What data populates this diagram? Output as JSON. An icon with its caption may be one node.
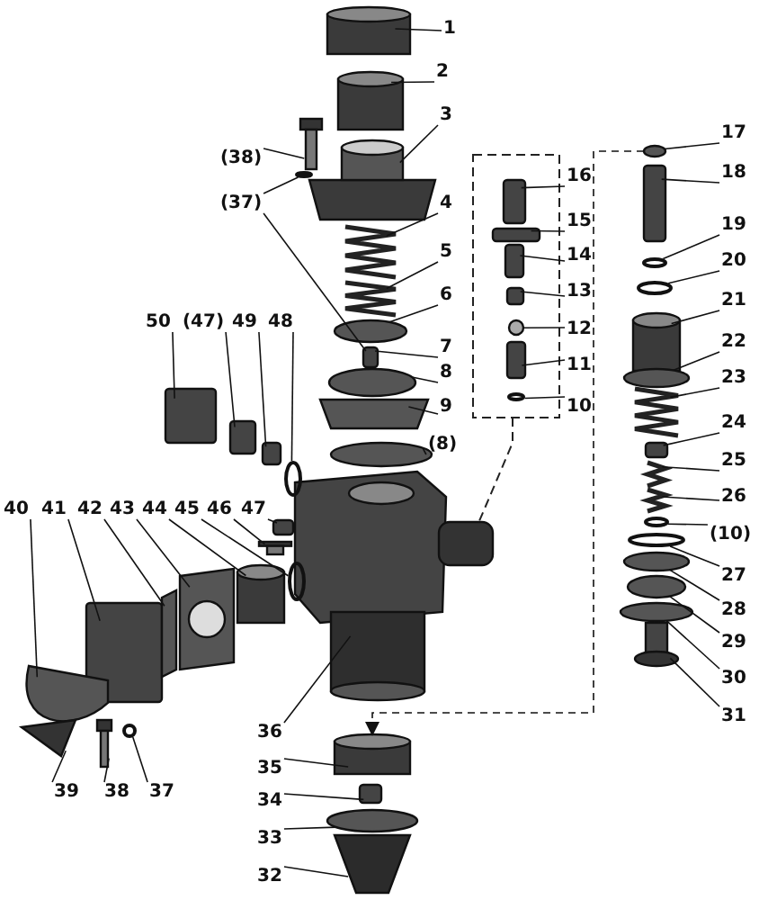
{
  "diagram": {
    "nodes": [
      {
        "text": [
          "1"
        ]
      },
      {
        "text": [
          "2"
        ]
      },
      {
        "text": [
          "3"
        ]
      },
      {
        "text": [
          "(38)"
        ]
      },
      {
        "text": [
          "(37)"
        ]
      },
      {
        "text": [
          "16"
        ]
      },
      {
        "text": [
          "17"
        ]
      },
      {
        "text": [
          "18"
        ]
      },
      {
        "text": [
          "4"
        ]
      },
      {
        "text": [
          "15"
        ]
      },
      {
        "text": [
          "19"
        ]
      },
      {
        "text": [
          "5"
        ]
      },
      {
        "text": [
          "14"
        ]
      },
      {
        "text": [
          "20"
        ]
      },
      {
        "text": [
          "6"
        ]
      },
      {
        "text": [
          "13"
        ]
      },
      {
        "text": [
          "21"
        ]
      },
      {
        "text": [
          "50"
        ]
      },
      {
        "text": [
          "(47)"
        ]
      },
      {
        "text": [
          "49"
        ]
      },
      {
        "text": [
          "48"
        ]
      },
      {
        "text": [
          "12"
        ]
      },
      {
        "text": [
          "22"
        ]
      },
      {
        "text": [
          "7"
        ]
      },
      {
        "text": [
          "11"
        ]
      },
      {
        "text": [
          "8"
        ]
      },
      {
        "text": [
          "23"
        ]
      },
      {
        "text": [
          "9"
        ]
      },
      {
        "text": [
          "10"
        ]
      },
      {
        "text": [
          "24"
        ]
      },
      {
        "text": [
          "(8)"
        ]
      },
      {
        "text": [
          "25"
        ]
      },
      {
        "text": [
          "26"
        ]
      },
      {
        "text": [
          "40"
        ]
      },
      {
        "text": [
          "41"
        ]
      },
      {
        "text": [
          "42"
        ]
      },
      {
        "text": [
          "43"
        ]
      },
      {
        "text": [
          "44"
        ]
      },
      {
        "text": [
          "45"
        ]
      },
      {
        "text": [
          "46"
        ]
      },
      {
        "text": [
          "47"
        ]
      },
      {
        "text": [
          "(10)"
        ]
      },
      {
        "text": [
          "27"
        ]
      },
      {
        "text": [
          "28"
        ]
      },
      {
        "text": [
          "29"
        ]
      },
      {
        "text": [
          "30"
        ]
      },
      {
        "text": [
          "31"
        ]
      },
      {
        "text": [
          "36"
        ]
      },
      {
        "text": [
          "35"
        ]
      },
      {
        "text": [
          "34"
        ]
      },
      {
        "text": [
          "39"
        ]
      },
      {
        "text": [
          "38"
        ]
      },
      {
        "text": [
          "37"
        ]
      },
      {
        "text": [
          "33"
        ]
      },
      {
        "text": [
          "32"
        ]
      },
      {
        "text": [],
        "shape": "cylinder"
      },
      {
        "text": [],
        "shape": "cylinder"
      },
      {
        "text": [],
        "shape": "cover"
      },
      {
        "text": [],
        "shape": "bolt"
      },
      {
        "text": [],
        "shape": "ring"
      },
      {
        "text": [],
        "shape": "box"
      },
      {
        "text": [],
        "shape": "disc"
      },
      {
        "text": [],
        "shape": "box"
      },
      {
        "text": [],
        "shape": "spring"
      },
      {
        "text": [],
        "shape": "box"
      },
      {
        "text": [],
        "shape": "ring"
      },
      {
        "text": [],
        "shape": "spring"
      },
      {
        "text": [],
        "shape": "box"
      },
      {
        "text": [],
        "shape": "ring"
      },
      {
        "text": [],
        "shape": "disc"
      },
      {
        "text": [],
        "shape": "box"
      },
      {
        "text": [],
        "shape": "cylinder"
      },
      {
        "text": [],
        "shape": "box"
      },
      {
        "text": [],
        "shape": "box"
      },
      {
        "text": [],
        "shape": "box"
      },
      {
        "text": [],
        "shape": "ring"
      },
      {
        "text": [],
        "shape": "ball"
      },
      {
        "text": [],
        "shape": "disc"
      },
      {
        "text": [],
        "shape": "box"
      },
      {
        "text": [],
        "shape": "box"
      },
      {
        "text": [],
        "shape": "disc"
      },
      {
        "text": [],
        "shape": "spring"
      },
      {
        "text": [],
        "shape": "trapezoid"
      },
      {
        "text": [],
        "shape": "ring"
      },
      {
        "text": [],
        "shape": "box"
      },
      {
        "text": [],
        "shape": "disc"
      },
      {
        "text": [],
        "shape": "spring"
      },
      {
        "text": [],
        "shape": "spring"
      },
      {
        "text": [],
        "shape": "handle"
      },
      {
        "text": [],
        "shape": "box"
      },
      {
        "text": [],
        "shape": "plate"
      },
      {
        "text": [],
        "shape": "plate"
      },
      {
        "text": [],
        "shape": "cylinder"
      },
      {
        "text": [],
        "shape": "ring"
      },
      {
        "text": [],
        "shape": "bolt"
      },
      {
        "text": [],
        "shape": "box"
      },
      {
        "text": [],
        "shape": "ring"
      },
      {
        "text": [],
        "shape": "ring"
      },
      {
        "text": [],
        "shape": "disc"
      },
      {
        "text": [],
        "shape": "disc"
      },
      {
        "text": [],
        "shape": "disc"
      },
      {
        "text": [],
        "shape": "valve"
      },
      {
        "text": [],
        "shape": "housing"
      },
      {
        "text": [],
        "shape": "cylinder"
      },
      {
        "text": [],
        "shape": "box"
      },
      {
        "text": [],
        "shape": "lever"
      },
      {
        "text": [],
        "shape": "bolt"
      },
      {
        "text": [],
        "shape": "ring"
      },
      {
        "text": [],
        "shape": "disc"
      },
      {
        "text": [],
        "shape": "cone"
      }
    ],
    "edges": [
      {
        "from": 0,
        "to": 55,
        "arrow": "none"
      },
      {
        "from": 1,
        "to": 56,
        "arrow": "none"
      },
      {
        "from": 2,
        "to": 57,
        "arrow": "none"
      },
      {
        "from": 3,
        "to": 58,
        "arrow": "none"
      },
      {
        "from": 4,
        "to": 59,
        "arrow": "none"
      },
      {
        "from": 4,
        "to": 78,
        "arrow": "none"
      },
      {
        "from": 5,
        "to": 60,
        "arrow": "none"
      },
      {
        "from": 6,
        "to": 61,
        "arrow": "none"
      },
      {
        "from": 7,
        "to": 62,
        "arrow": "none"
      },
      {
        "from": 8,
        "to": 63,
        "arrow": "none"
      },
      {
        "from": 9,
        "to": 64,
        "arrow": "none"
      },
      {
        "from": 10,
        "to": 65,
        "arrow": "none"
      },
      {
        "from": 11,
        "to": 66,
        "arrow": "none"
      },
      {
        "from": 12,
        "to": 67,
        "arrow": "none"
      },
      {
        "from": 13,
        "to": 68,
        "arrow": "none"
      },
      {
        "from": 14,
        "to": 69,
        "arrow": "none"
      },
      {
        "from": 15,
        "to": 70,
        "arrow": "none"
      },
      {
        "from": 16,
        "to": 71,
        "arrow": "none"
      },
      {
        "from": 17,
        "to": 72,
        "arrow": "none"
      },
      {
        "from": 18,
        "to": 73,
        "arrow": "none"
      },
      {
        "from": 19,
        "to": 74,
        "arrow": "none"
      },
      {
        "from": 20,
        "to": 75,
        "arrow": "none"
      },
      {
        "from": 21,
        "to": 76,
        "arrow": "none"
      },
      {
        "from": 22,
        "to": 77,
        "arrow": "none"
      },
      {
        "from": 23,
        "to": 78,
        "arrow": "none"
      },
      {
        "from": 24,
        "to": 79,
        "arrow": "none"
      },
      {
        "from": 25,
        "to": 80,
        "arrow": "none"
      },
      {
        "from": 26,
        "to": 81,
        "arrow": "none"
      },
      {
        "from": 27,
        "to": 82,
        "arrow": "none"
      },
      {
        "from": 28,
        "to": 83,
        "arrow": "none"
      },
      {
        "from": 29,
        "to": 84,
        "arrow": "none"
      },
      {
        "from": 30,
        "to": 85,
        "arrow": "none"
      },
      {
        "from": 31,
        "to": 86,
        "arrow": "none"
      },
      {
        "from": 32,
        "to": 87,
        "arrow": "none"
      },
      {
        "from": 33,
        "to": 88,
        "arrow": "none"
      },
      {
        "from": 34,
        "to": 89,
        "arrow": "none"
      },
      {
        "from": 35,
        "to": 90,
        "arrow": "none"
      },
      {
        "from": 36,
        "to": 91,
        "arrow": "none"
      },
      {
        "from": 37,
        "to": 92,
        "arrow": "none"
      },
      {
        "from": 38,
        "to": 93,
        "arrow": "none"
      },
      {
        "from": 39,
        "to": 94,
        "arrow": "none"
      },
      {
        "from": 40,
        "to": 95,
        "arrow": "none"
      },
      {
        "from": 41,
        "to": 96,
        "arrow": "none"
      },
      {
        "from": 42,
        "to": 97,
        "arrow": "none"
      },
      {
        "from": 43,
        "to": 98,
        "arrow": "none"
      },
      {
        "from": 44,
        "to": 99,
        "arrow": "none"
      },
      {
        "from": 45,
        "to": 100,
        "arrow": "none"
      },
      {
        "from": 46,
        "to": 101,
        "arrow": "none"
      },
      {
        "from": 47,
        "to": 102,
        "arrow": "none"
      },
      {
        "from": 48,
        "to": 103,
        "arrow": "none"
      },
      {
        "from": 49,
        "to": 104,
        "arrow": "none"
      },
      {
        "from": 50,
        "to": 105,
        "arrow": "none"
      },
      {
        "from": 51,
        "to": 106,
        "arrow": "none"
      },
      {
        "from": 52,
        "to": 107,
        "arrow": "none"
      },
      {
        "from": 53,
        "to": 108,
        "arrow": "none"
      },
      {
        "from": 54,
        "to": 109,
        "arrow": "none"
      },
      {
        "from": 61,
        "to": 103,
        "arrow": "to",
        "style": "dashed"
      }
    ]
  }
}
